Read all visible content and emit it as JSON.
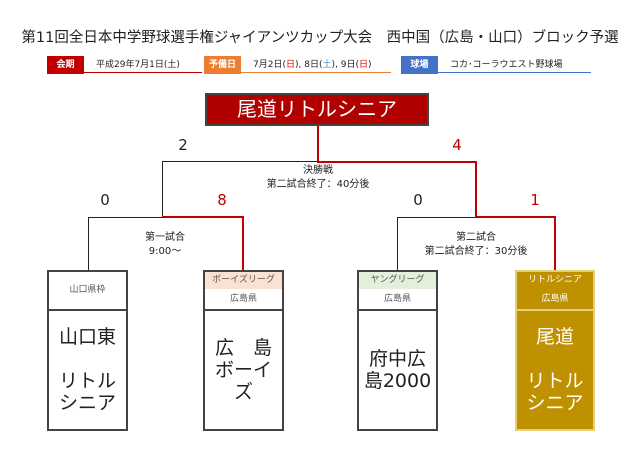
{
  "title": "第11回全日本中学野球選手権ジャイアンツカップ大会　西中国（広島・山口）ブロック予選",
  "info": {
    "period_label": "会期",
    "period_value": "平成29年7月1日(土)",
    "reserve_label": "予備日",
    "reserve_parts": [
      "7月2日(",
      "日",
      "), 8日(",
      "土",
      "), 9日(",
      "日",
      ")"
    ],
    "venue_label": "球場",
    "venue_value": "コカ･コーラウエスト野球場",
    "colors": {
      "period": "#c00000",
      "reserve": "#ed7d31",
      "venue": "#4472c4"
    }
  },
  "champion": "尾道リトルシニア",
  "final": {
    "name": "決勝戦",
    "note": "第二試合終了：40分後",
    "score_left": "2",
    "score_right": "4"
  },
  "semi1": {
    "name": "第一試合",
    "note": "9:00～",
    "score_left": "0",
    "score_right": "8"
  },
  "semi2": {
    "name": "第二試合",
    "note": "第二試合終了：30分後",
    "score_left": "0",
    "score_right": "1"
  },
  "teams": [
    {
      "league": "山口県枠",
      "pref": "",
      "name": "山口東\n\nリトル\nシニア"
    },
    {
      "league": "ボーイズリーグ",
      "pref": "広島県",
      "name": "広　島\nボーイ\nズ"
    },
    {
      "league": "ヤングリーグ",
      "pref": "広島県",
      "name": "府中広\n島2000"
    },
    {
      "league": "リトルシニア",
      "pref": "広島県",
      "name": "尾道\n\nリトル\nシニア"
    }
  ]
}
